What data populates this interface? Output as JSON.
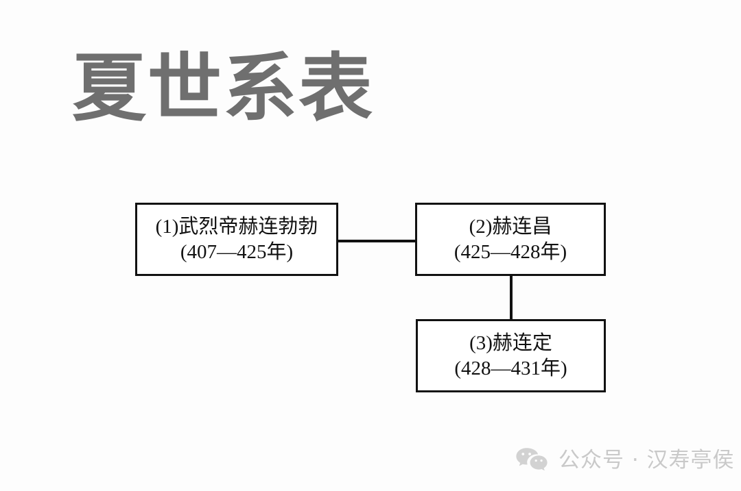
{
  "page": {
    "title": "夏世系表",
    "background_color": "#fdfdfd",
    "title_color": "#6f6f6f",
    "line_color": "#111111"
  },
  "chart_data": {
    "type": "diagram",
    "title": "夏世系表",
    "nodes": [
      {
        "id": "1",
        "name": "(1)武烈帝赫连勃勃",
        "reign": "(407—425年)",
        "order": 1
      },
      {
        "id": "2",
        "name": "(2)赫连昌",
        "reign": "(425—428年)",
        "order": 2
      },
      {
        "id": "3",
        "name": "(3)赫连定",
        "reign": "(428—431年)",
        "order": 3
      }
    ],
    "edges": [
      {
        "from": "1",
        "to": "2",
        "style": "horizontal"
      },
      {
        "from": "2",
        "to": "3",
        "style": "vertical"
      }
    ]
  },
  "watermark": {
    "icon": "wechat-icon",
    "text": "公众号 · 汉寿亭侯",
    "color": "#c9c9c9"
  }
}
